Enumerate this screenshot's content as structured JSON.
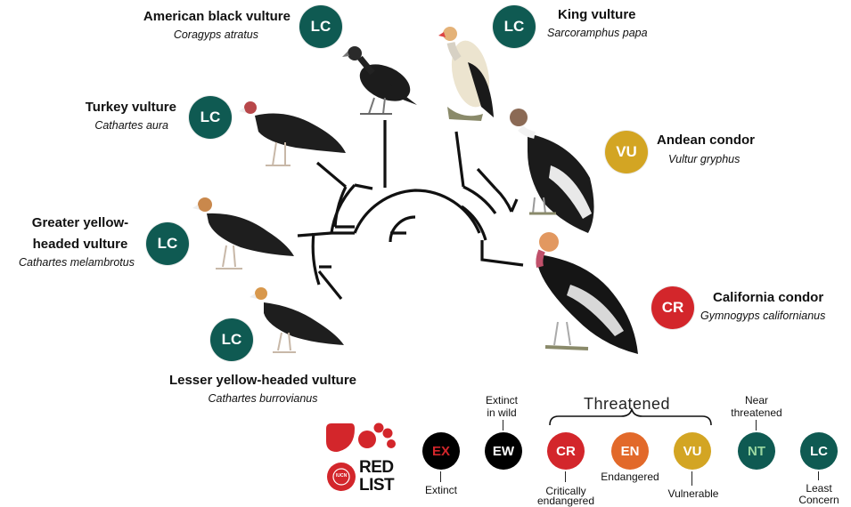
{
  "colors": {
    "LC": "#0f5a52",
    "NT": "#0f5a52",
    "VU": "#d3a523",
    "EN": "#e2692a",
    "CR": "#d3262b",
    "EW": "#000000",
    "EX": "#000000",
    "EX_text": "#d3262b",
    "NT_text": "#9ad7a0",
    "redlist": "#d3262b",
    "tree": "#111111"
  },
  "species": [
    {
      "id": "american-black-vulture",
      "common": "American black vulture",
      "scientific": "Coragyps atratus",
      "status": "LC"
    },
    {
      "id": "turkey-vulture",
      "common": "Turkey vulture",
      "scientific": "Cathartes aura",
      "status": "LC"
    },
    {
      "id": "greater-yellow-headed-vulture",
      "common_line1": "Greater yellow-",
      "common_line2": "headed vulture",
      "scientific": "Cathartes melambrotus",
      "status": "LC"
    },
    {
      "id": "lesser-yellow-headed-vulture",
      "common": "Lesser yellow-headed vulture",
      "scientific": "Cathartes burrovianus",
      "status": "LC"
    },
    {
      "id": "king-vulture",
      "common": "King vulture",
      "scientific": "Sarcoramphus papa",
      "status": "LC"
    },
    {
      "id": "andean-condor",
      "common": "Andean condor",
      "scientific": "Vultur gryphus",
      "status": "VU"
    },
    {
      "id": "california-condor",
      "common": "California condor",
      "scientific": "Gymnogyps californianus",
      "status": "CR"
    }
  ],
  "legend": {
    "logo_line1": "RED",
    "logo_line2": "LIST",
    "logo_small": "IUCN",
    "threatened_label": "Threatened",
    "categories": [
      {
        "code": "EX",
        "caption": "Extinct"
      },
      {
        "code": "EW",
        "caption_line1": "Extinct",
        "caption_line2": "in wild"
      },
      {
        "code": "CR",
        "caption_line1": "Critically",
        "caption_line2": "endangered"
      },
      {
        "code": "EN",
        "caption": "Endangered"
      },
      {
        "code": "VU",
        "caption": "Vulnerable"
      },
      {
        "code": "NT",
        "caption_line1": "Near",
        "caption_line2": "threatened"
      },
      {
        "code": "LC",
        "caption_line1": "Least",
        "caption_line2": "Concern"
      }
    ]
  }
}
